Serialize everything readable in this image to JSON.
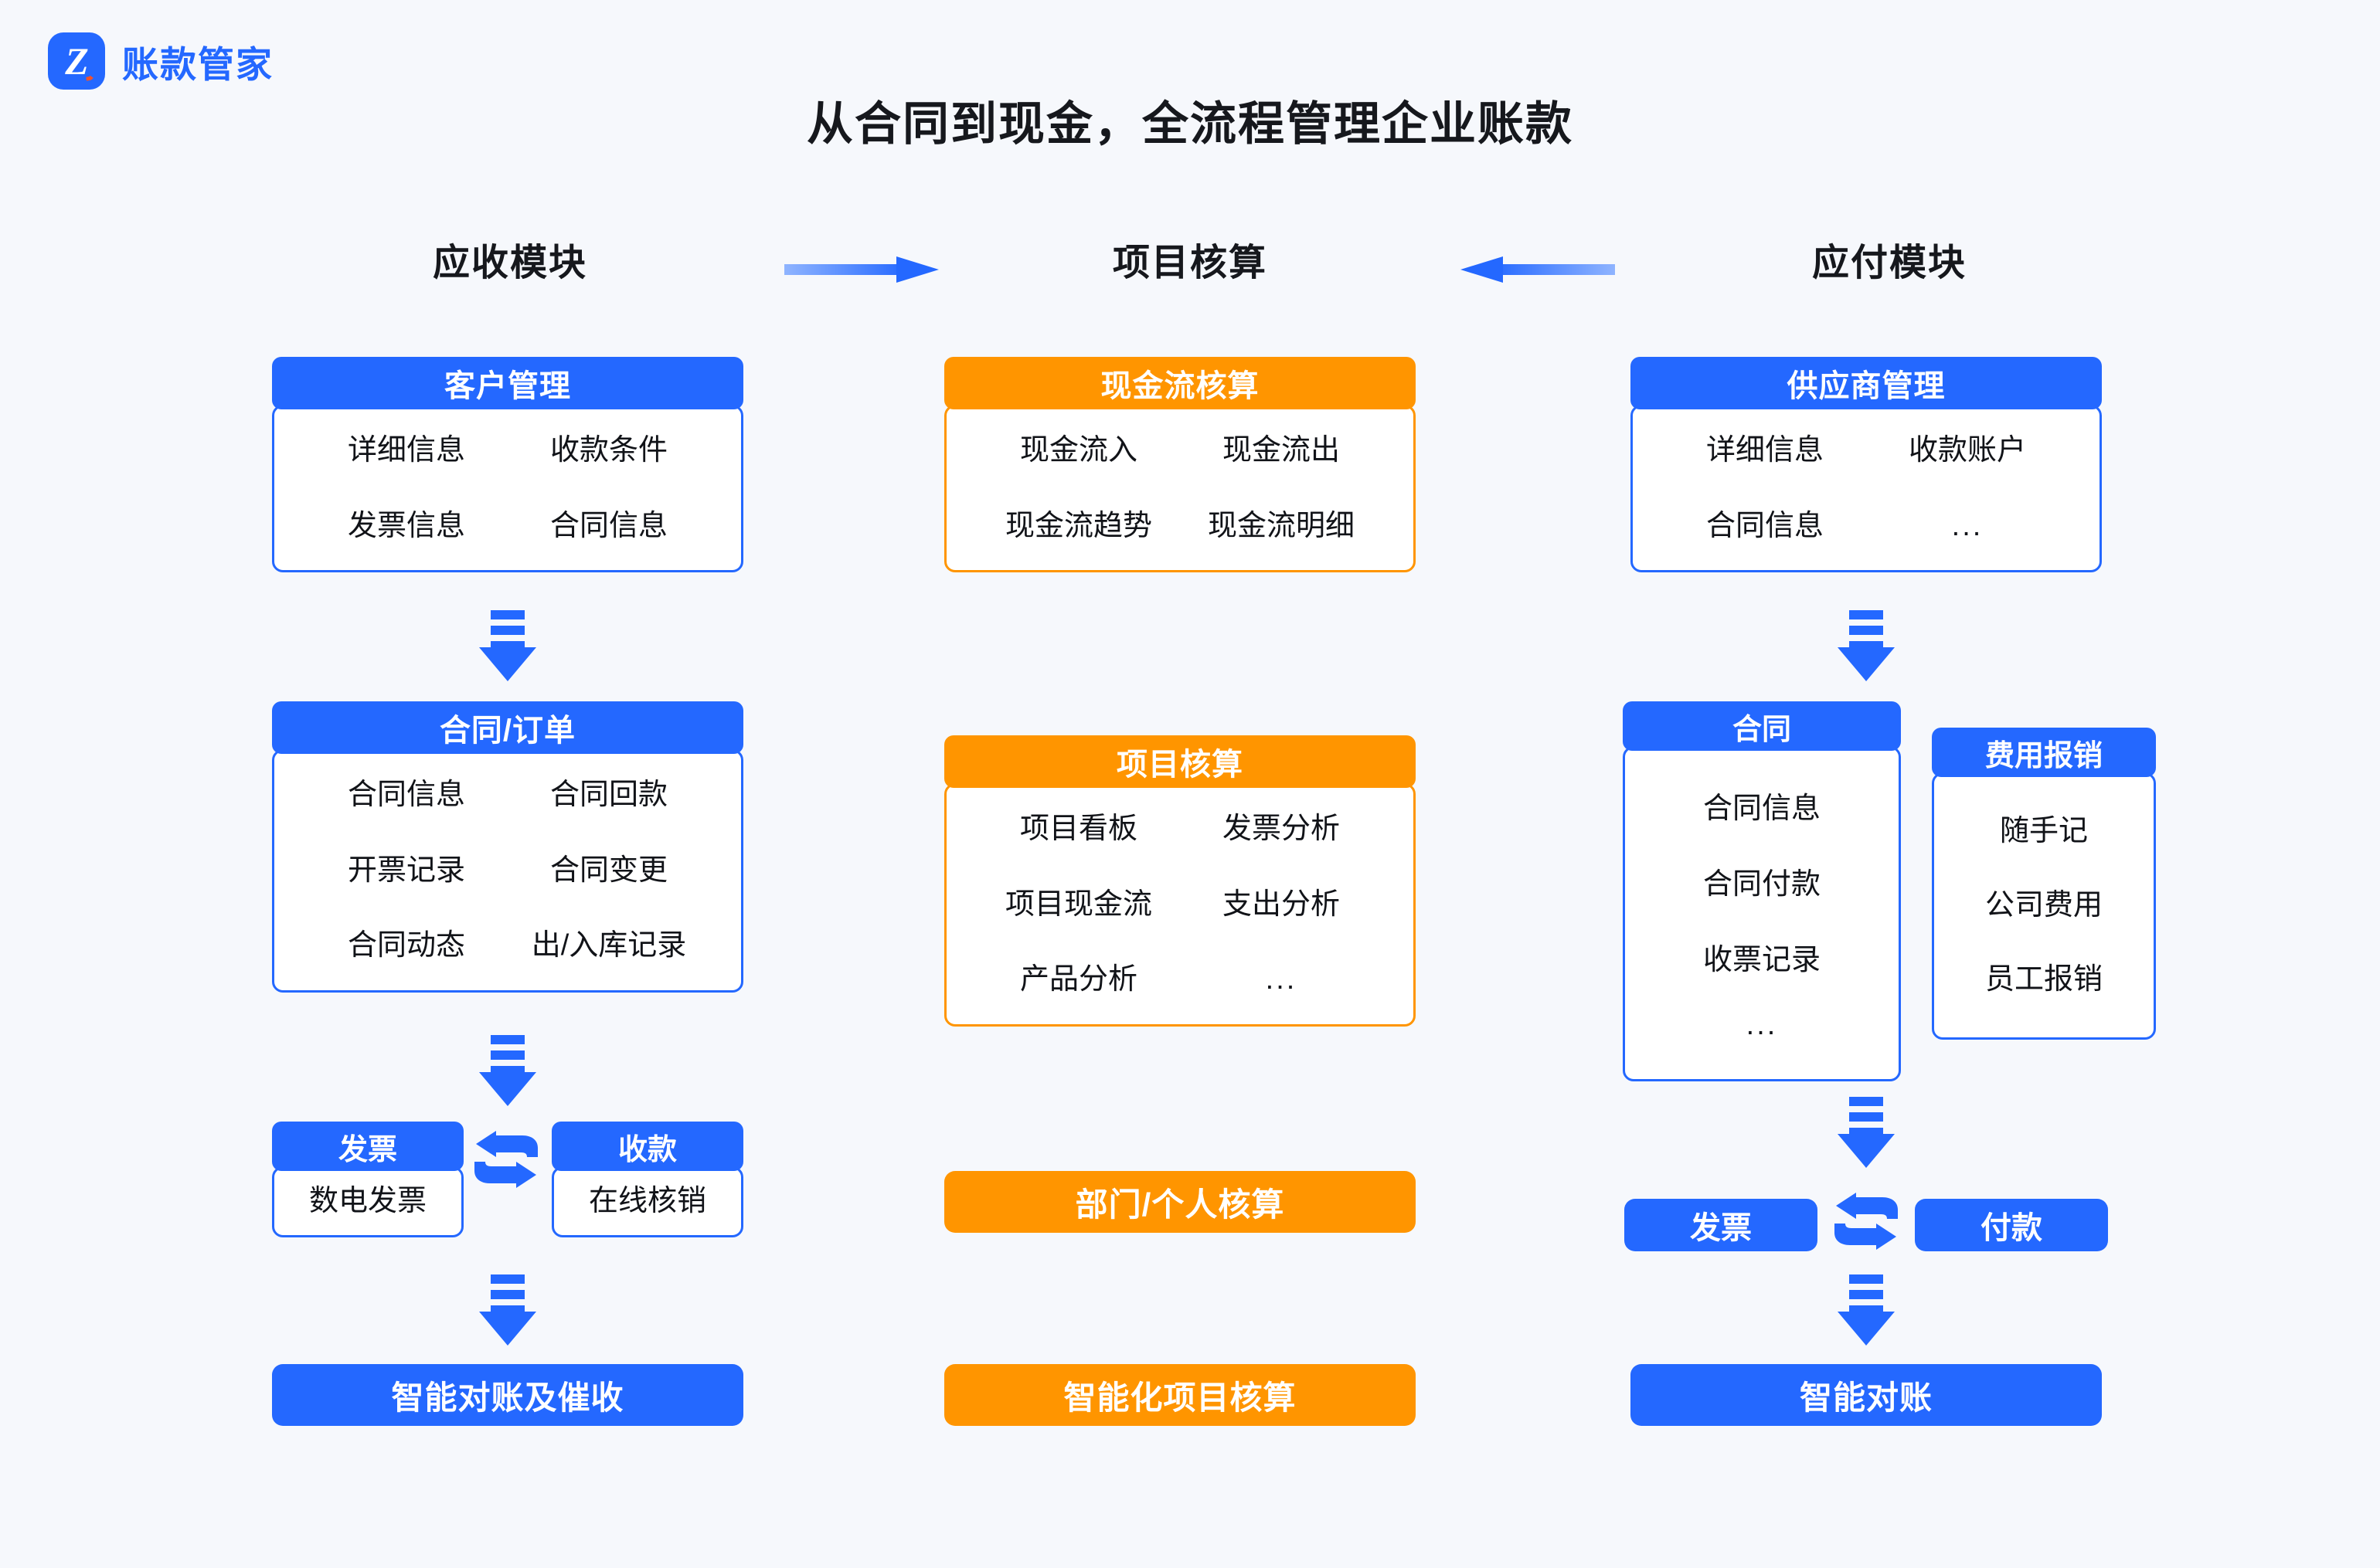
{
  "brand": {
    "name": "账款管家",
    "logo_letter": "Z",
    "color": "#2468ff",
    "accent": "#f2512c"
  },
  "header": {
    "title": "从合同到现金，全流程管理企业账款"
  },
  "sections": [
    {
      "label": "应收模块"
    },
    {
      "label": "项目核算"
    },
    {
      "label": "应付模块"
    }
  ],
  "colors": {
    "blue": "#2468ff",
    "orange": "#ff9500",
    "background": "#f6f8fc",
    "text": "#16181d"
  },
  "columns": {
    "receivable": {
      "customer_card": {
        "title": "客户管理",
        "items": [
          "详细信息",
          "收款条件",
          "发票信息",
          "合同信息"
        ]
      },
      "contract_card": {
        "title": "合同/订单",
        "items": [
          "合同信息",
          "合同回款",
          "开票记录",
          "合同变更",
          "合同动态",
          "出/入库记录"
        ]
      },
      "invoice_mini": {
        "title": "发票",
        "items": [
          "数电发票"
        ]
      },
      "receipt_mini": {
        "title": "收款",
        "items": [
          "在线核销"
        ]
      },
      "bottom_bar": {
        "label": "智能对账及催收"
      }
    },
    "accounting": {
      "cashflow_card": {
        "title": "现金流核算",
        "items": [
          "现金流入",
          "现金流出",
          "现金流趋势",
          "现金流明细"
        ]
      },
      "project_card": {
        "title": "项目核算",
        "items": [
          "项目看板",
          "发票分析",
          "项目现金流",
          "支出分析",
          "产品分析",
          "..."
        ]
      },
      "dept_bar": {
        "label": "部门/个人核算"
      },
      "bottom_bar": {
        "label": "智能化项目核算"
      }
    },
    "payable": {
      "supplier_card": {
        "title": "供应商管理",
        "items": [
          "详细信息",
          "收款账户",
          "合同信息",
          "..."
        ]
      },
      "contract_card": {
        "title": "合同",
        "items": [
          "合同信息",
          "合同付款",
          "收票记录",
          "..."
        ]
      },
      "expense_card": {
        "title": "费用报销",
        "items": [
          "随手记",
          "公司费用",
          "员工报销"
        ]
      },
      "invoice_pill": {
        "label": "发票"
      },
      "payment_pill": {
        "label": "付款"
      },
      "bottom_bar": {
        "label": "智能对账"
      }
    }
  },
  "icons": {
    "down_arrow": "down-arrow-icon",
    "exchange": "exchange-icon",
    "flow_right": "arrow-right-icon",
    "flow_left": "arrow-left-icon"
  }
}
